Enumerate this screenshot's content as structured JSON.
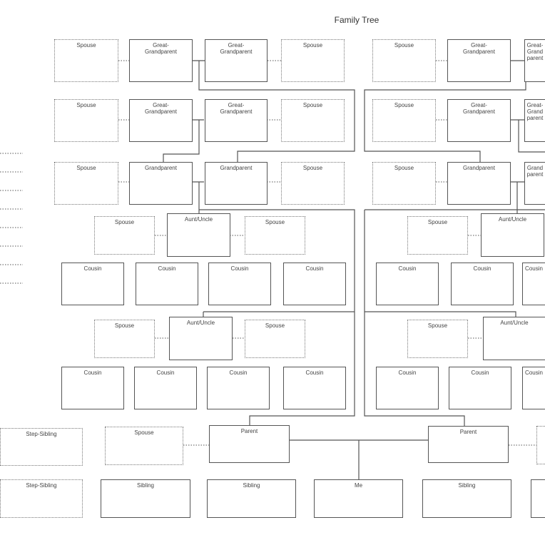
{
  "title": "Family Tree",
  "nodes": [
    "Spouse",
    "Great-\nGrandparent",
    "Great-\nGrandparent",
    "Spouse",
    "Spouse",
    "Great-\nGrandparent",
    "Great-\nGrandparent",
    "Spouse",
    "Great-\nGrandparent",
    "Great-\nGrandparent",
    "Spouse",
    "Spouse",
    "Great-\nGrandparent",
    "Great-\nGrandparent",
    "Spouse",
    "Grandparent",
    "Grandparent",
    "Spouse",
    "Spouse",
    "Grandparent",
    "Grandparent",
    "Spouse",
    "Aunt/Uncle",
    "Spouse",
    "Spouse",
    "Aunt/Uncle",
    "Cousin",
    "Cousin",
    "Cousin",
    "Cousin",
    "Cousin",
    "Cousin",
    "Cousin",
    "Spouse",
    "Aunt/Uncle",
    "Spouse",
    "Spouse",
    "Aunt/Uncle",
    "Cousin",
    "Cousin",
    "Cousin",
    "Cousin",
    "Cousin",
    "Cousin",
    "Cousin",
    "Step-Sibling",
    "Spouse",
    "Parent",
    "Parent",
    "",
    "Step-Sibling",
    "Sibling",
    "Sibling",
    "Me",
    "Sibling",
    ""
  ]
}
